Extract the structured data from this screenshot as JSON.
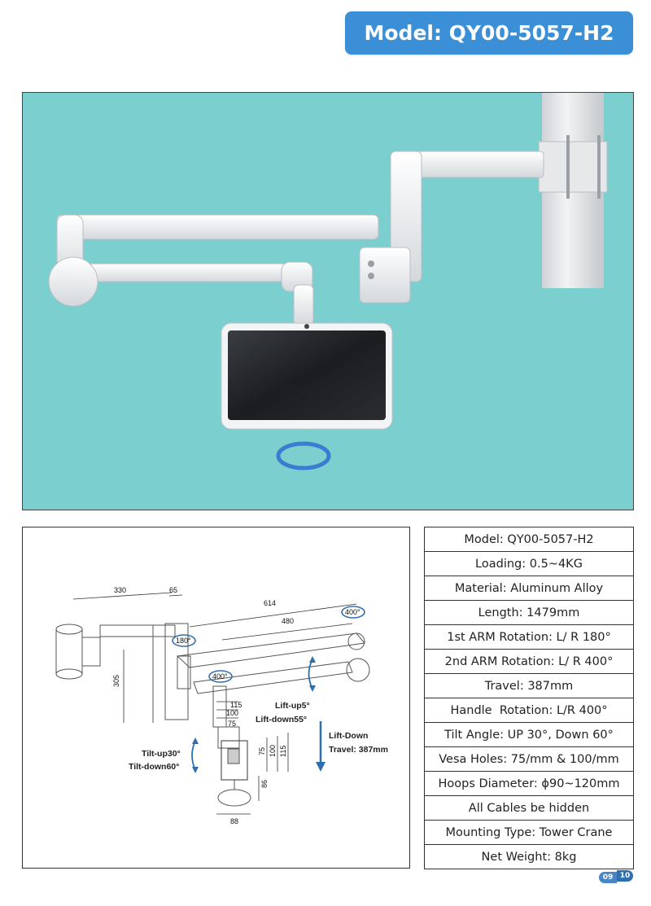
{
  "header": {
    "model_title": "Model:  QY00-5057-H2"
  },
  "drawing": {
    "dims": {
      "d330": "330",
      "d65": "65",
      "d614": "614",
      "d480": "480",
      "d305": "305",
      "d115a": "115",
      "d100a": "100",
      "d75a": "75",
      "d75b": "75",
      "d100b": "100",
      "d115b": "115",
      "d86": "86",
      "d88": "88"
    },
    "rotation_badges": {
      "r1": "180°",
      "r2": "400°",
      "r3": "400°"
    },
    "notes": {
      "lift_up": "Lift-up5°",
      "lift_down_angle": "Lift-down55°",
      "lift_down": "Lift-Down",
      "travel": "Travel: 387mm",
      "tilt_up": "Tilt-up30°",
      "tilt_down": "Tilt-down60°"
    }
  },
  "specs": [
    "Model: QY00-5057-H2",
    "Loading: 0.5~4KG",
    "Material: Aluminum Alloy",
    "Length: 1479mm",
    "1st ARM Rotation: L/ R 180°",
    "2nd ARM Rotation: L/ R 400°",
    "Travel: 387mm",
    "Handle  Rotation: L/R 400°",
    "Tilt Angle: UP 30°, Down 60°",
    "Vesa Holes: 75/mm & 100/mm",
    "Hoops Diameter: ϕ90~120mm",
    "All Cables be hidden",
    "Mounting Type: Tower Crane",
    "Net Weight: 8kg"
  ],
  "page_numbers": {
    "left": "09",
    "right": "10"
  },
  "colors": {
    "banner": "#3a8fd6",
    "photo_bg": "#7ccfcf",
    "accent_blue": "#2f6fb0"
  }
}
